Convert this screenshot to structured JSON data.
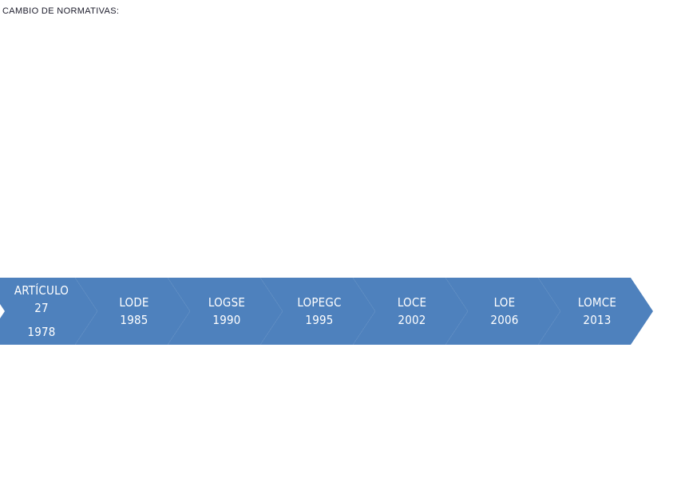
{
  "header": {
    "title": "CAMBIO DE NORMATIVAS:",
    "text_color": "#1b1b2a"
  },
  "timeline": {
    "name": "process-chevron-timeline",
    "shape": "chevron",
    "fill_color": "#4e81bd",
    "label_color": "#ffffff",
    "steps": [
      {
        "name": "articulo-27",
        "lines": [
          "ARTÍCULO",
          "27",
          "1978"
        ],
        "year": "1978"
      },
      {
        "name": "lode",
        "lines": [
          "LODE",
          "1985"
        ],
        "year": "1985"
      },
      {
        "name": "logse",
        "lines": [
          "LOGSE",
          "1990"
        ],
        "year": "1990"
      },
      {
        "name": "lopegc",
        "lines": [
          "LOPEGC",
          "1995"
        ],
        "year": "1995"
      },
      {
        "name": "loce",
        "lines": [
          "LOCE",
          "2002"
        ],
        "year": "2002"
      },
      {
        "name": "loe",
        "lines": [
          "LOE",
          "2006"
        ],
        "year": "2006"
      },
      {
        "name": "lomce",
        "lines": [
          "LOMCE",
          "2013"
        ],
        "year": "2013"
      }
    ]
  }
}
